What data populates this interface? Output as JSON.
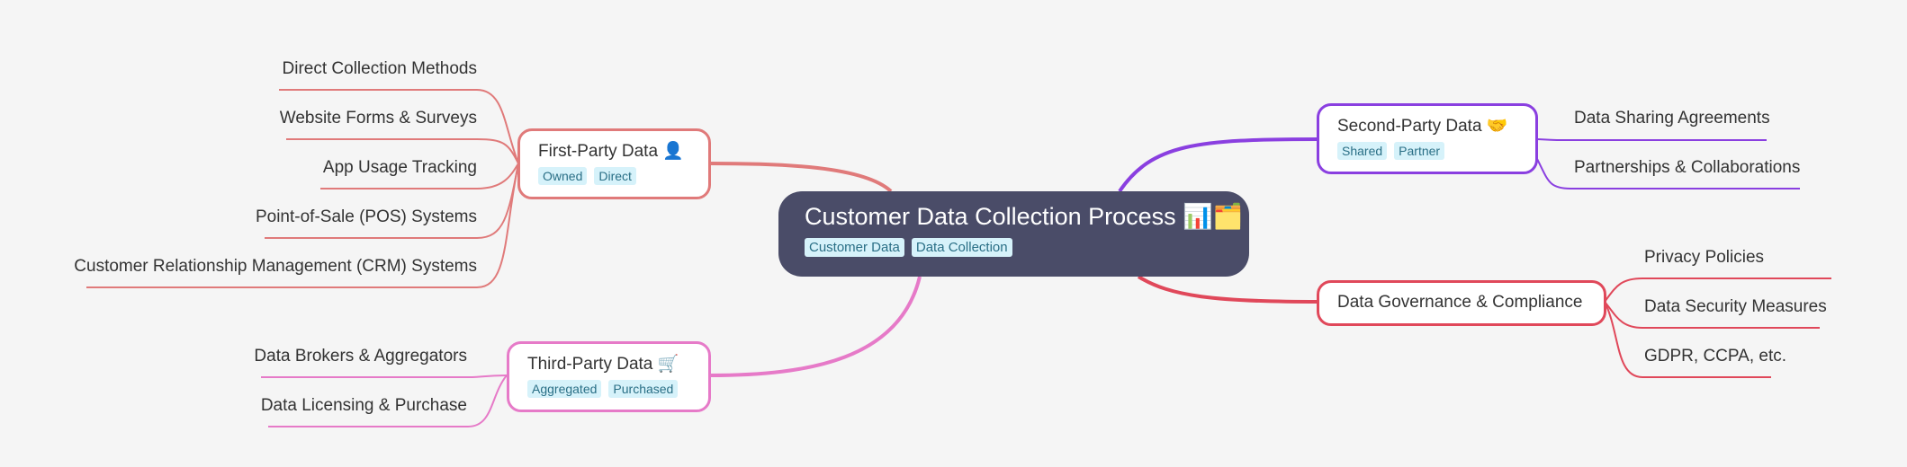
{
  "colors": {
    "background": "#f5f5f5",
    "root": "#4a4c68",
    "first_party": "#e07a7a",
    "third_party": "#e67ac8",
    "second_party": "#8a3fe0",
    "governance": "#e0485a",
    "tag_bg": "#d6f2fa"
  },
  "root": {
    "label": "Customer Data Collection Process 📊🗂️",
    "tags": [
      "Customer Data",
      "Data Collection"
    ]
  },
  "first_party": {
    "label": "First-Party Data 👤",
    "tags": [
      "Owned",
      "Direct"
    ],
    "children": [
      "Direct Collection Methods",
      "Website Forms & Surveys",
      "App Usage Tracking",
      "Point-of-Sale (POS) Systems",
      "Customer Relationship Management (CRM) Systems"
    ]
  },
  "third_party": {
    "label": "Third-Party Data 🛒",
    "tags": [
      "Aggregated",
      "Purchased"
    ],
    "children": [
      "Data Brokers & Aggregators",
      "Data Licensing & Purchase"
    ]
  },
  "second_party": {
    "label": "Second-Party Data 🤝",
    "tags": [
      "Shared",
      "Partner"
    ],
    "children": [
      "Data Sharing Agreements",
      "Partnerships & Collaborations"
    ]
  },
  "governance": {
    "label": "Data Governance & Compliance",
    "children": [
      "Privacy Policies",
      "Data Security Measures",
      "GDPR, CCPA, etc."
    ]
  }
}
